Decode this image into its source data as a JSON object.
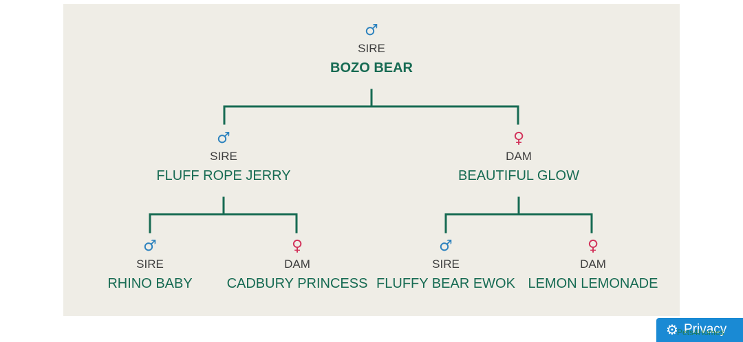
{
  "pedigree": {
    "root": {
      "symbol": "♂",
      "sex": "male",
      "role": "SIRE",
      "name": "BOZO BEAR"
    },
    "parents": {
      "sire": {
        "symbol": "♂",
        "sex": "male",
        "role": "SIRE",
        "name": "FLUFF ROPE JERRY"
      },
      "dam": {
        "symbol": "♀",
        "sex": "female",
        "role": "DAM",
        "name": "BEAUTIFUL GLOW"
      }
    },
    "grandparents": {
      "sire_sire": {
        "symbol": "♂",
        "sex": "male",
        "role": "SIRE",
        "name": "RHINO BABY"
      },
      "sire_dam": {
        "symbol": "♀",
        "sex": "female",
        "role": "DAM",
        "name": "CADBURY PRINCESS"
      },
      "dam_sire": {
        "symbol": "♂",
        "sex": "male",
        "role": "SIRE",
        "name": "FLUFFY BEAR EWOK"
      },
      "dam_dam": {
        "symbol": "♀",
        "sex": "female",
        "role": "DAM",
        "name": "LEMON LEMONADE"
      }
    }
  },
  "privacy_button": {
    "icon": "gear-icon",
    "label": "Privacy",
    "watermark": "Pets4Homes"
  },
  "colors": {
    "panel_background": "#efede6",
    "connector": "#176b53",
    "name_text": "#176b53",
    "male_symbol": "#2c82be",
    "female_symbol": "#d2325a",
    "privacy_button": "#1a8ad4"
  }
}
